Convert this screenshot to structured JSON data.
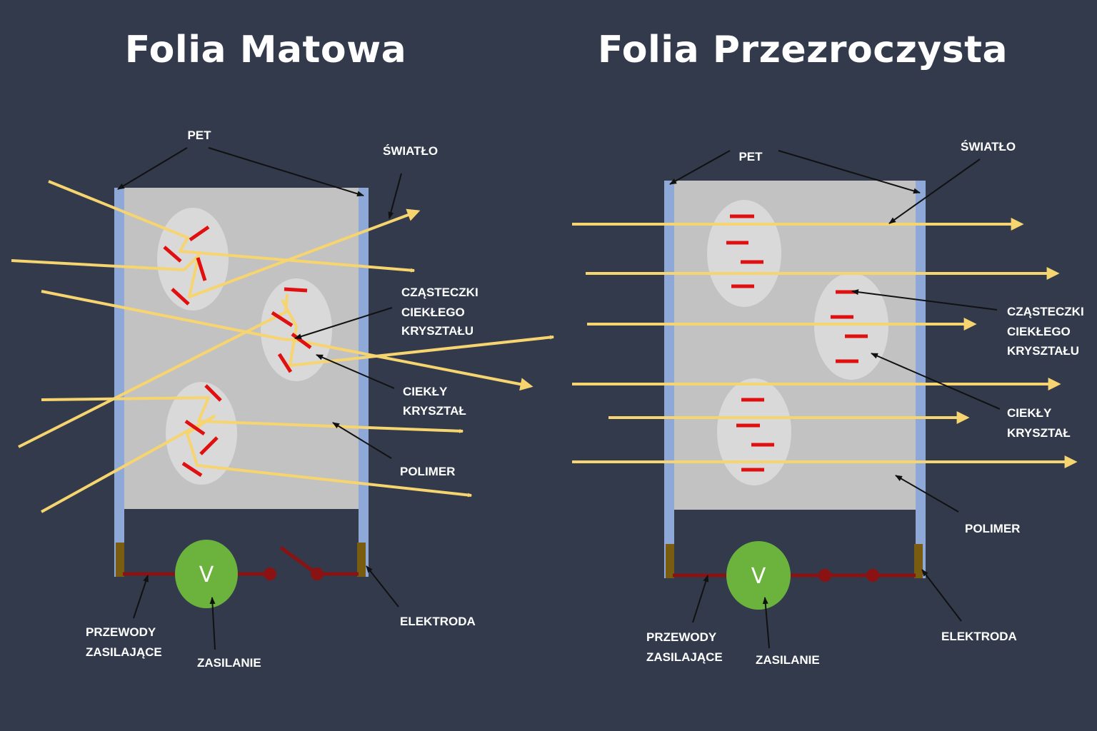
{
  "titles": {
    "left": "Folia Matowa",
    "right": "Folia Przezroczysta"
  },
  "labels": {
    "pet": "PET",
    "swiatlo": "ŚWIATŁO",
    "czasteczki_1": "CZĄSTECZKI",
    "czasteczki_2": "CIEKŁEGO",
    "czasteczki_3": "KRYSZTAŁU",
    "ciekly_1": "CIEKŁY",
    "ciekly_2": "KRYSZTAŁ",
    "polimer": "POLIMER",
    "elektroda": "ELEKTRODA",
    "przewody_1": "PRZEWODY",
    "przewody_2": "ZASILAJĄCE",
    "zasilanie": "ZASILANIE",
    "voltmeter": "V"
  },
  "colors": {
    "background": "#323a4b",
    "polymer": "#c2c2c2",
    "pet_film": "#8ea9d8",
    "droplet": "#d9d9d9",
    "light_ray": "#f6d46f",
    "liquid_crystal": "#e01010",
    "wire": "#8b1212",
    "electrode": "#7a5c10",
    "voltmeter": "#6cb33e",
    "pointer": "#111111"
  }
}
